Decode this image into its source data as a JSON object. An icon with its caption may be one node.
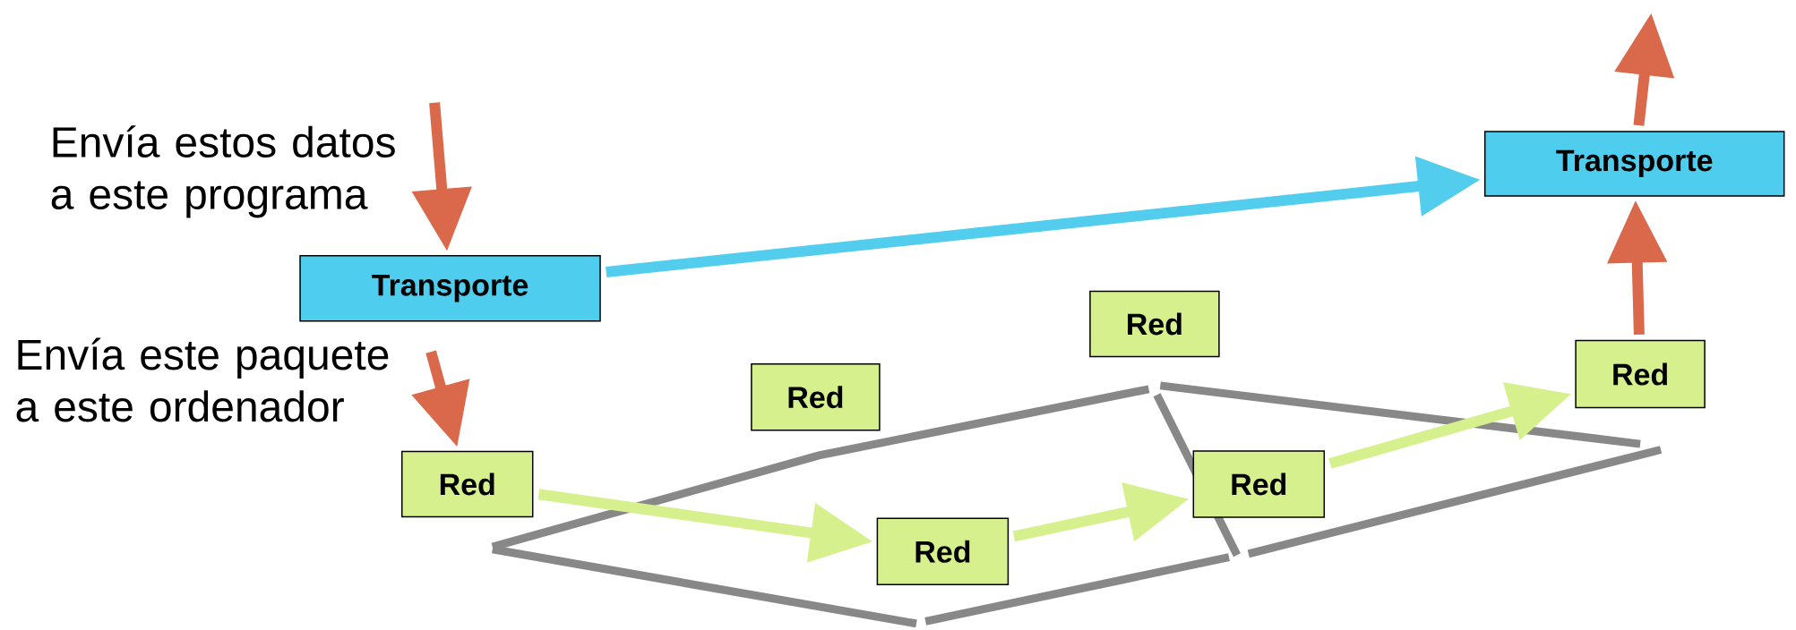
{
  "diagram": {
    "nodes": [
      {
        "text": [
          "Envía estos datos a este programa"
        ]
      },
      {
        "text": [
          "Transporte"
        ]
      },
      {
        "text": [
          "Envía este paquete a este ordenador"
        ]
      },
      {
        "text": [
          "Transporte"
        ]
      },
      {
        "text": [
          "Red"
        ]
      },
      {
        "text": [
          "Red"
        ]
      },
      {
        "text": [
          "Red"
        ]
      },
      {
        "text": [
          "Red"
        ]
      },
      {
        "text": [
          "Red"
        ]
      },
      {
        "text": [
          "Red"
        ]
      }
    ],
    "edges": [
      {
        "from": null,
        "to": 1,
        "arrow": "to"
      },
      {
        "from": null,
        "to": 4,
        "arrow": "to"
      },
      {
        "from": 1,
        "to": 3,
        "arrow": "to",
        "color": "#52cdee"
      },
      {
        "from": 4,
        "to": 7,
        "arrow": "to",
        "color": "#d7f08e"
      },
      {
        "from": 7,
        "to": 8,
        "arrow": "to",
        "color": "#d7f08e"
      },
      {
        "from": 8,
        "to": 9,
        "arrow": "to",
        "color": "#d7f08e"
      },
      {
        "from": 9,
        "to": 3,
        "arrow": "to"
      },
      {
        "from": 3,
        "to": null,
        "arrow": "to"
      }
    ]
  }
}
